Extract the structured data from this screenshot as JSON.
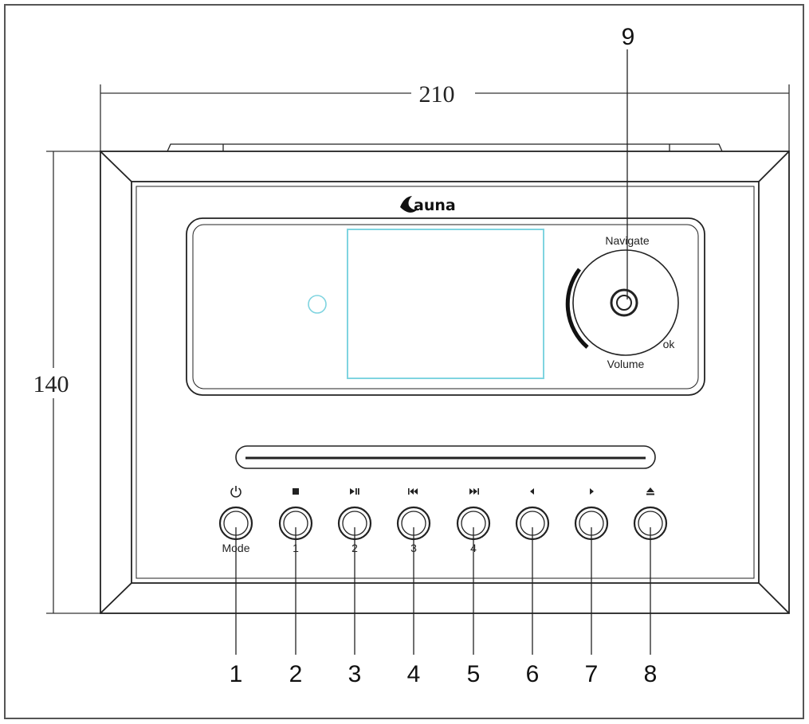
{
  "dimensions": {
    "width": "210",
    "height": "140"
  },
  "brand": {
    "name": "auna"
  },
  "knob": {
    "navigate_label": "Navigate",
    "volume_label": "Volume",
    "ok_label": "ok",
    "callout": "9"
  },
  "buttons": [
    {
      "icon": "power-icon",
      "label": "Mode",
      "callout": "1"
    },
    {
      "icon": "stop-icon",
      "label": "1",
      "callout": "2"
    },
    {
      "icon": "play-pause-icon",
      "label": "2",
      "callout": "3"
    },
    {
      "icon": "previous-icon",
      "label": "3",
      "callout": "4"
    },
    {
      "icon": "next-icon",
      "label": "4",
      "callout": "5"
    },
    {
      "icon": "left-icon",
      "label": "",
      "callout": "6"
    },
    {
      "icon": "right-icon",
      "label": "",
      "callout": "7"
    },
    {
      "icon": "eject-icon",
      "label": "",
      "callout": "8"
    }
  ],
  "colors": {
    "line": "#222222",
    "display": "#7fd4e0",
    "background": "#ffffff"
  }
}
